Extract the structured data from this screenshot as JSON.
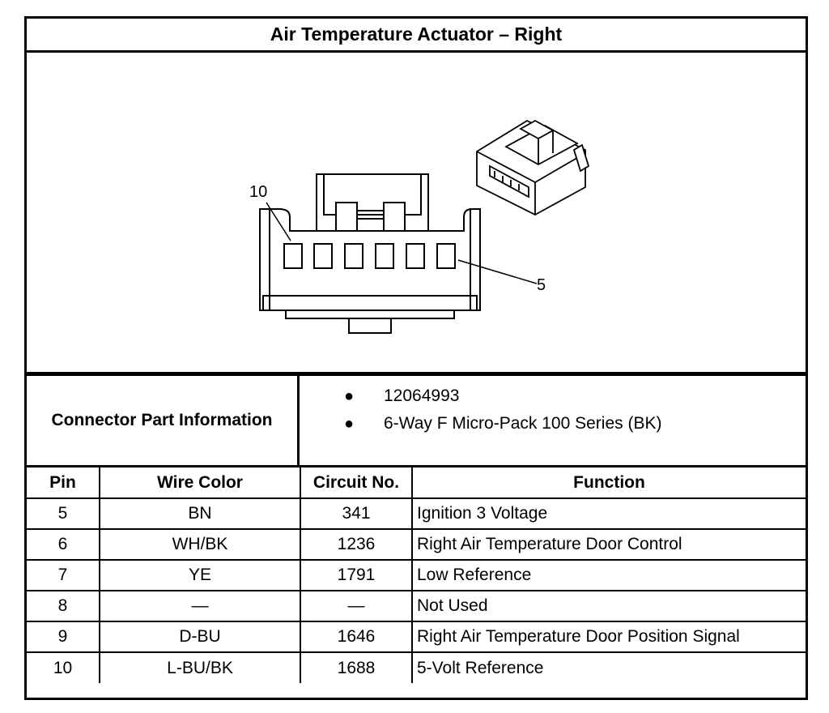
{
  "title": "Air Temperature Actuator – Right",
  "figure": {
    "callout_pin_left": "10",
    "callout_pin_right": "5"
  },
  "connector_info": {
    "label": "Connector Part Information",
    "items": [
      "12064993",
      "6-Way F Micro-Pack 100 Series (BK)"
    ]
  },
  "pin_table": {
    "headers": [
      "Pin",
      "Wire Color",
      "Circuit No.",
      "Function"
    ],
    "rows": [
      [
        "5",
        "BN",
        "341",
        "Ignition 3 Voltage"
      ],
      [
        "6",
        "WH/BK",
        "1236",
        "Right Air Temperature Door Control"
      ],
      [
        "7",
        "YE",
        "1791",
        "Low Reference"
      ],
      [
        "8",
        "—",
        "—",
        "Not Used"
      ],
      [
        "9",
        "D-BU",
        "1646",
        "Right Air Temperature Door Position Signal"
      ],
      [
        "10",
        "L-BU/BK",
        "1688",
        "5-Volt Reference"
      ]
    ]
  }
}
